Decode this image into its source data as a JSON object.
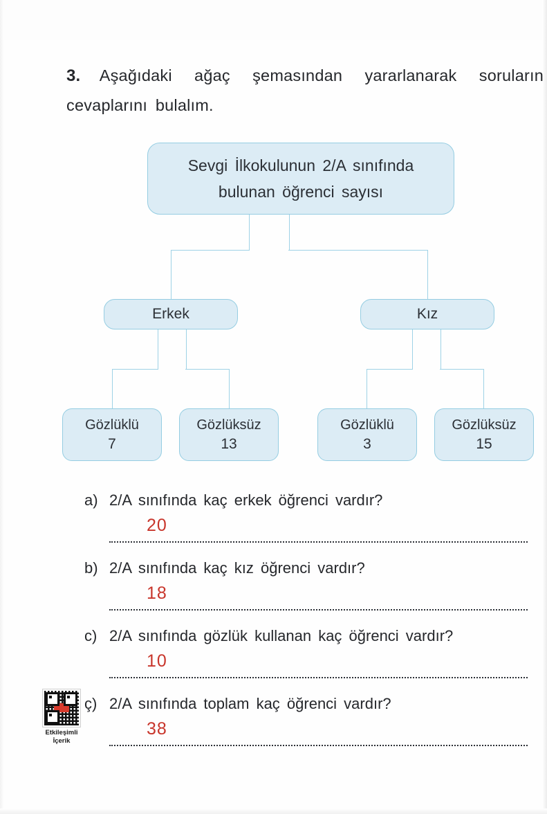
{
  "header": {
    "number": "3.",
    "text": "Aşağıdaki ağaç şemasından yararlanarak soruların cevaplarını bulalım."
  },
  "tree": {
    "root": {
      "line1": "Sevgi İlkokulunun 2/A sınıfında",
      "line2": "bulunan öğrenci sayısı"
    },
    "branches": [
      {
        "label": "Erkek"
      },
      {
        "label": "Kız"
      }
    ],
    "leaves": [
      {
        "label": "Gözlüklü",
        "value": "7"
      },
      {
        "label": "Gözlüksüz",
        "value": "13"
      },
      {
        "label": "Gözlüklü",
        "value": "3"
      },
      {
        "label": "Gözlüksüz",
        "value": "15"
      }
    ]
  },
  "questions": [
    {
      "label": "a)",
      "text": "2/A sınıfında kaç erkek öğrenci vardır?",
      "answer": "20"
    },
    {
      "label": "b)",
      "text": "2/A sınıfında kaç kız öğrenci vardır?",
      "answer": "18"
    },
    {
      "label": "c)",
      "text": "2/A sınıfında gözlük kullanan kaç öğrenci vardır?",
      "answer": "10"
    },
    {
      "label": "ç)",
      "text": "2/A sınıfında toplam kaç öğrenci vardır?",
      "answer": "38"
    }
  ],
  "qr_badge": {
    "caption_line1": "Etkileşimli",
    "caption_line2": "İçerik"
  },
  "colors": {
    "box_fill": "#dcecf5",
    "box_border": "#95cde2",
    "connector": "#9ed2e6",
    "text": "#25272b",
    "answer_red": "#c8352b"
  }
}
